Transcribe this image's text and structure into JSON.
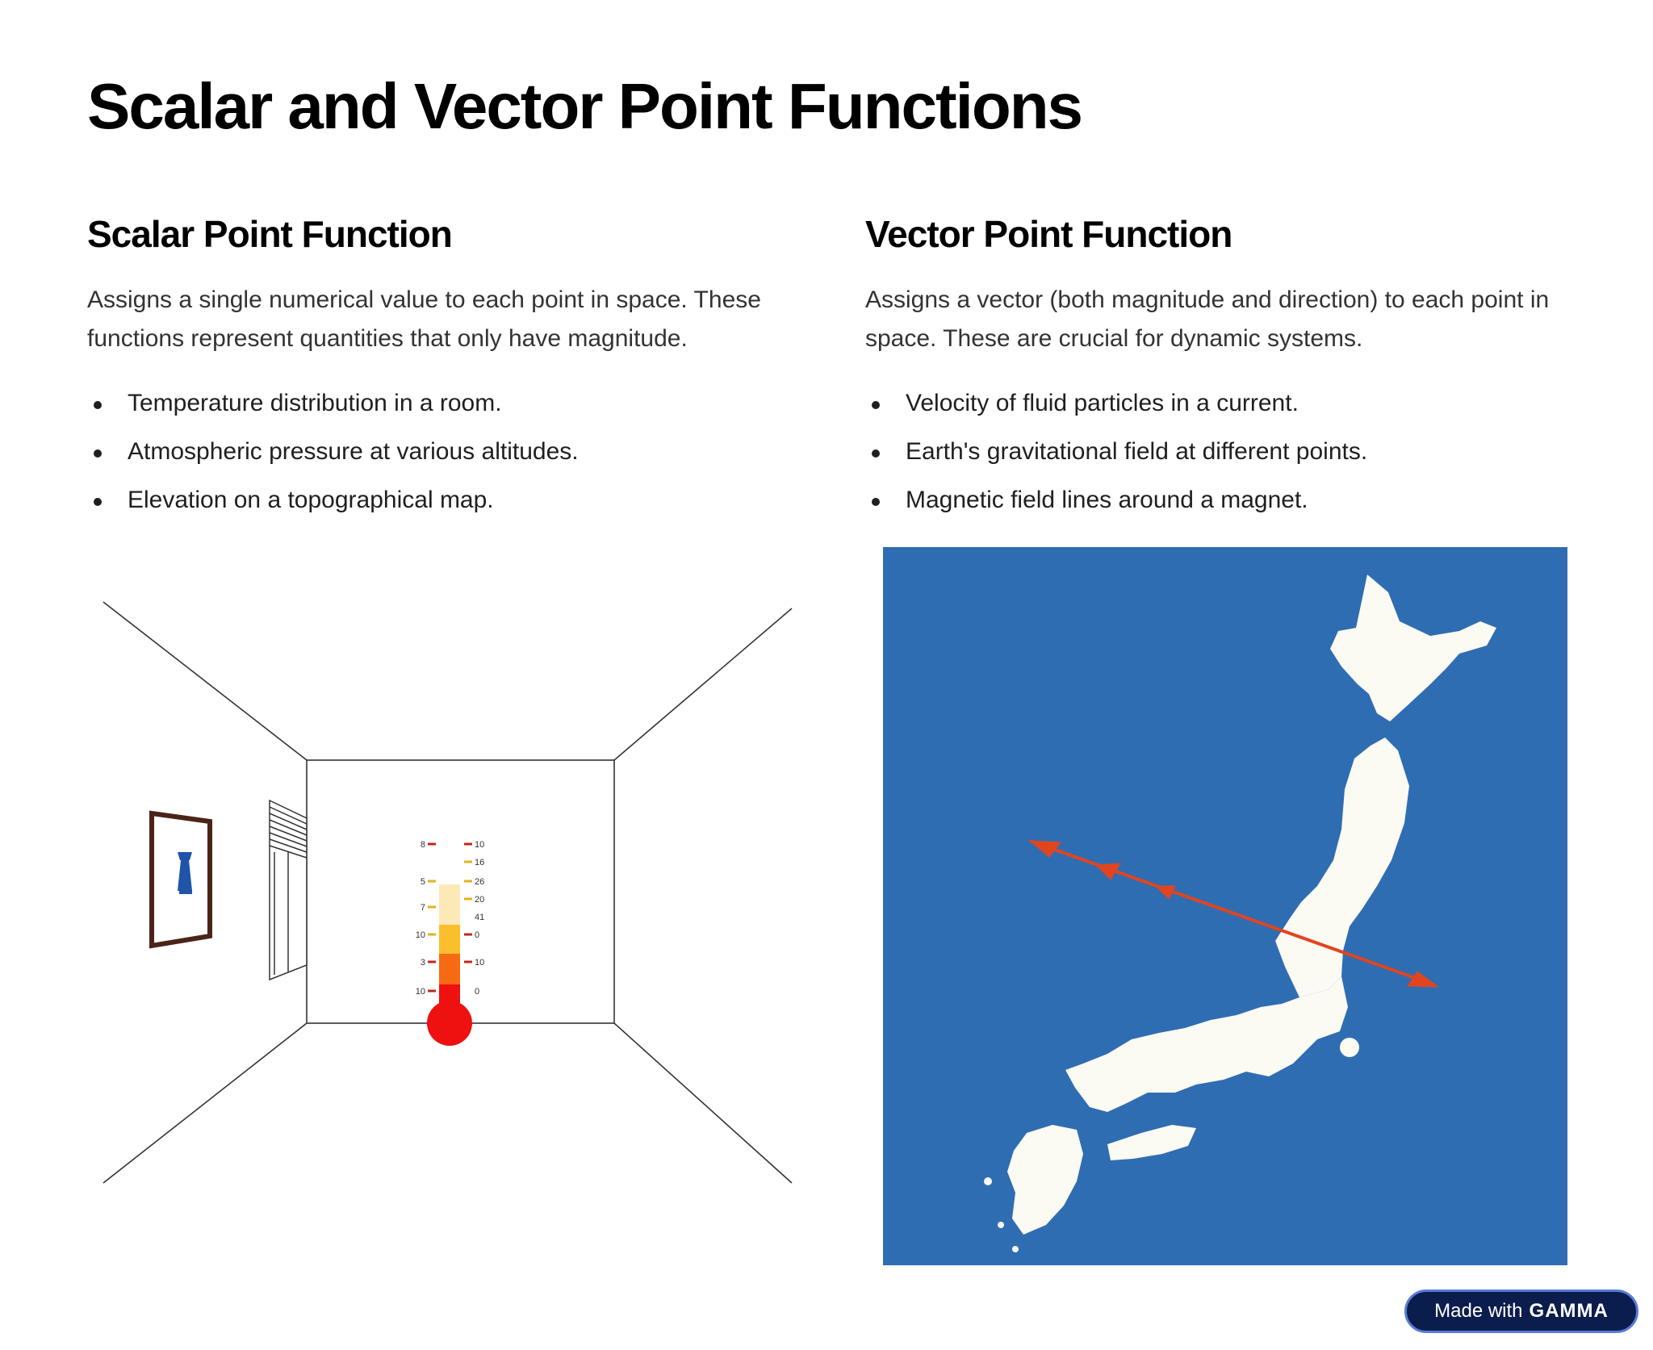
{
  "page": {
    "title": "Scalar and Vector Point Functions"
  },
  "scalar": {
    "heading": "Scalar Point Function",
    "description": "Assigns a single numerical value to each point in space. These functions represent quantities that only have magnitude.",
    "bullets": [
      "Temperature distribution in a room.",
      "Atmospheric pressure at various altitudes.",
      "Elevation on a topographical map."
    ]
  },
  "vector": {
    "heading": "Vector Point Function",
    "description": "Assigns a vector (both magnitude and direction) to each point in space. These are crucial for dynamic systems.",
    "bullets": [
      "Velocity of fluid particles in a current.",
      "Earth's gravitational field at different points.",
      "Magnetic field lines around a magnet."
    ]
  },
  "thermometer": {
    "left_ticks": [
      "8",
      "5",
      "7",
      "10",
      "3",
      "10"
    ],
    "right_ticks": [
      "10",
      "16",
      "26",
      "20",
      "41",
      "0",
      "10",
      "0"
    ]
  },
  "colors": {
    "map_sea": "#2f6db3",
    "land": "#fbfaf3",
    "arrow": "#e0451f",
    "thermo_red": "#ef1010",
    "badge_bg": "#0b1d4d"
  },
  "badge": {
    "prefix": "Made with",
    "brand": "GAMMA"
  }
}
